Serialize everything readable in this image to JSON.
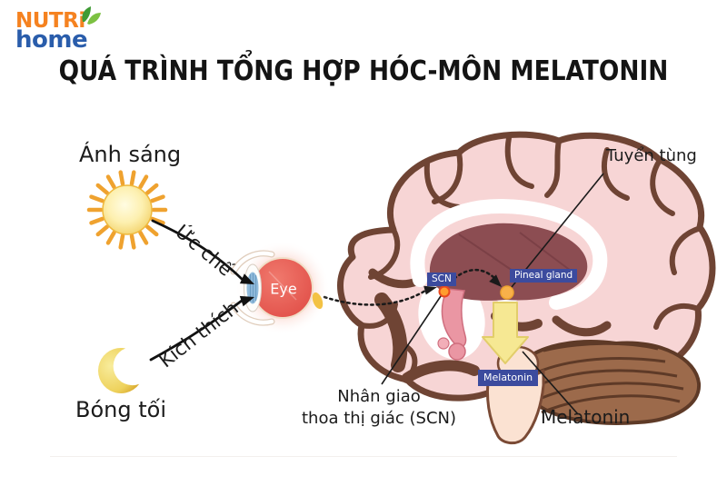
{
  "logo": {
    "line1": "NUTRi",
    "line2": "home"
  },
  "title": "QUÁ TRÌNH TỔNG HỢP HÓC-MÔN MELATONIN",
  "left_panel": {
    "light_label": "Ánh sáng",
    "dark_label": "Bóng tối",
    "inhibit_arrow_label": "Ức chế",
    "stimulate_arrow_label": "Kích thích"
  },
  "eye": {
    "label": "Eye"
  },
  "brain": {
    "scn_badge": "SCN",
    "pineal_badge": "Pineal gland",
    "melatonin_badge": "Melatonin"
  },
  "callouts": {
    "pineal": "Tuyển tùng",
    "scn_line1": "Nhân giao",
    "scn_line2": "thoa thị giác (SCN)",
    "melatonin": "Melatonin"
  },
  "colors": {
    "badge_blue": "#3C4B9E",
    "brand_orange": "#F58220",
    "brand_blue": "#2A5DAB",
    "leaf_green": "#5FAE39",
    "brain_pink": "#F7D5D5",
    "brain_outline": "#6F4434",
    "thalamus": "#8C4D52",
    "hypothalamus": "#EA96A3",
    "cerebellum_brown": "#9C6A4B",
    "melatonin_arrow_yellow": "#F6E893",
    "sun_core_yellow": "#FBEFA6",
    "sun_ray_orange": "#EFA22F",
    "moon_gold": "#EFD45E",
    "eye_red": "#E85A52",
    "text_black": "#1B1B1B"
  }
}
